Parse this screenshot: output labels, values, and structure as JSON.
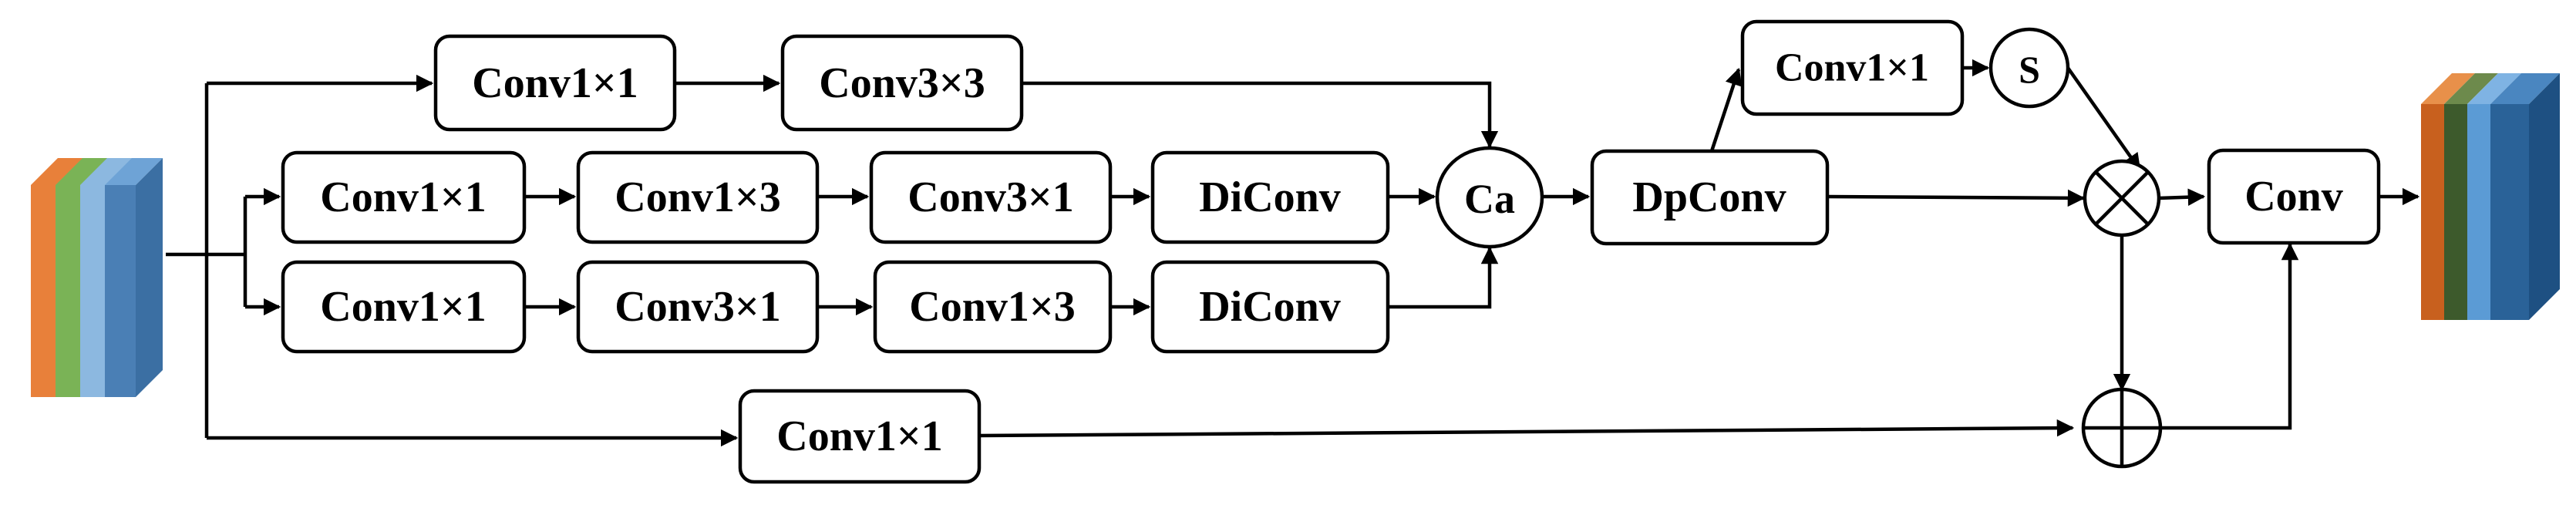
{
  "blocks": {
    "top_conv1x1": "Conv1×1",
    "top_conv3x3": "Conv3×3",
    "mid_conv1x1": "Conv1×1",
    "mid_conv1x3": "Conv1×3",
    "mid_conv3x1": "Conv3×1",
    "mid_diconv": "DiConv",
    "low_conv1x1": "Conv1×1",
    "low_conv3x1": "Conv3×1",
    "low_conv1x3": "Conv1×3",
    "low_diconv": "DiConv",
    "bottom_conv1x1": "Conv1×1",
    "dpconv": "DpConv",
    "attn_conv1x1": "Conv1×1",
    "final_conv": "Conv"
  },
  "nodes": {
    "concat": "Ca",
    "sigmoid": "S"
  },
  "colors": {
    "input_layers": [
      "#e8803a",
      "#7ab356",
      "#8cb8e0",
      "#4a7fb5"
    ],
    "output_layers": [
      "#c8601e",
      "#3d5a2c",
      "#5b9bd5",
      "#2a6298"
    ]
  }
}
